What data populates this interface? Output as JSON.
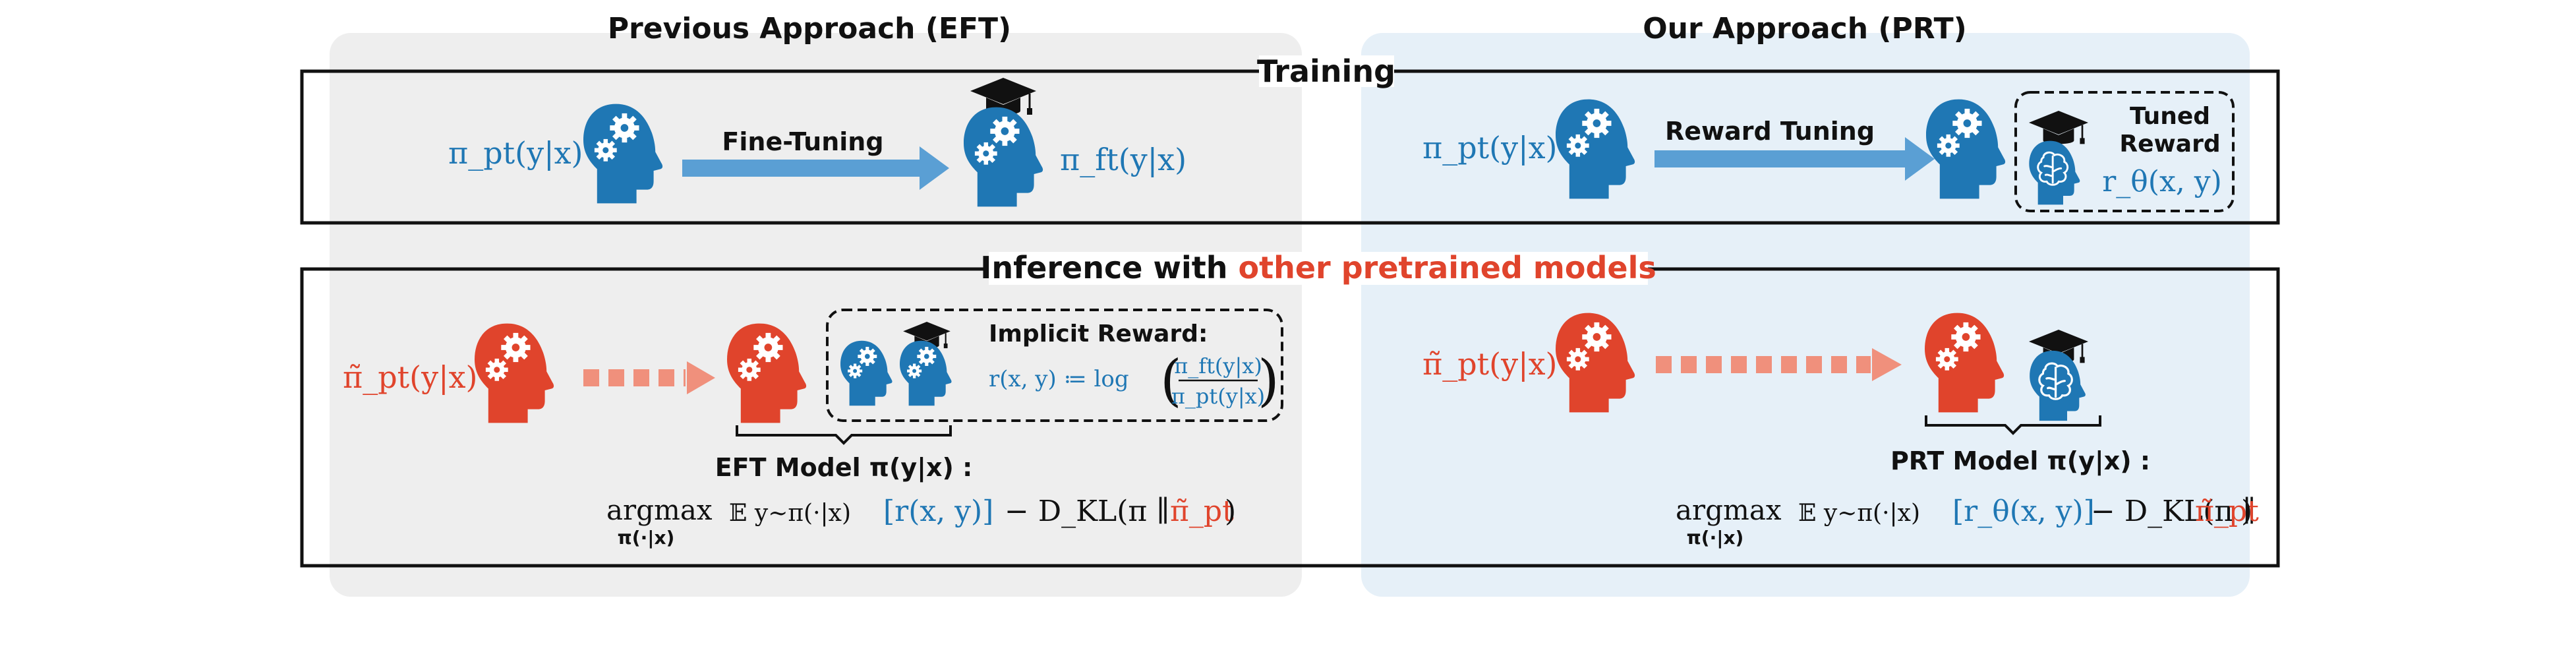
{
  "colors": {
    "blue": "#1f77b4",
    "red": "#e0442c",
    "panel_left": "#eeeeee",
    "panel_right": "#e6f0f8",
    "arrow_blue": "#5a9fd4",
    "arrow_red": "#f0907c"
  },
  "headers": {
    "left": "Previous Approach (EFT)",
    "right": "Our Approach (PRT)"
  },
  "training": {
    "title": "Training",
    "left": {
      "pi_pt": "π_pt(y|x)",
      "arrow_label": "Fine-Tuning",
      "pi_ft": "π_ft(y|x)"
    },
    "right": {
      "pi_pt": "π_pt(y|x)",
      "arrow_label": "Reward Tuning",
      "box_title_1": "Tuned",
      "box_title_2": "Reward",
      "box_formula": "r_θ(x, y)"
    }
  },
  "inference": {
    "title_prefix": "Inference with ",
    "title_highlight": "other pretrained models",
    "left": {
      "pi_tilde": "π̃_pt(y|x)",
      "implicit_title": "Implicit Reward:",
      "implicit_lhs": "r(x, y) ≔ log",
      "frac_num": "π_ft(y|x)",
      "frac_den": "π_pt(y|x)",
      "model_label": "EFT Model π(y|x) :",
      "obj_argmax": "argmax",
      "obj_sub": "π(·|x)",
      "obj_expect": "𝔼 y∼π(·|x)",
      "obj_reward": "[r(x, y)]",
      "obj_kl": "− D_KL(π ∥ ",
      "obj_pi_tilde": "π̃_pt",
      "obj_close": ")"
    },
    "right": {
      "pi_tilde": "π̃_pt(y|x)",
      "model_label": "PRT Model π(y|x) :",
      "obj_argmax": "argmax",
      "obj_sub": "π(·|x)",
      "obj_expect": "𝔼 y∼π(·|x)",
      "obj_reward": "[r_θ(x, y)]",
      "obj_kl": "− D_KL(π ∥ ",
      "obj_pi_tilde": "π̃_pt",
      "obj_close": ")"
    }
  },
  "icons": [
    "head-gears-icon",
    "graduation-cap-icon",
    "brain-icon",
    "dashed-arrow-icon",
    "solid-arrow-icon"
  ]
}
